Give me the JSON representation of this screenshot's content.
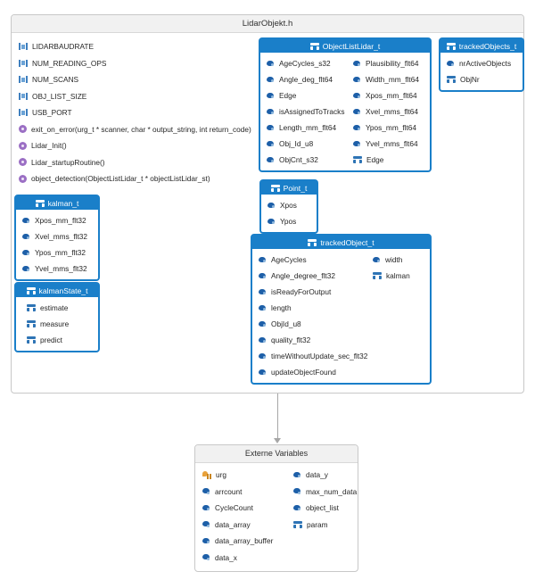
{
  "file": {
    "title": "LidarObjekt.h",
    "members": [
      {
        "icon": "macro-icon",
        "label": "LIDARBAUDRATE"
      },
      {
        "icon": "macro-icon",
        "label": "NUM_READING_OPS"
      },
      {
        "icon": "macro-icon",
        "label": "NUM_SCANS"
      },
      {
        "icon": "macro-icon",
        "label": "OBJ_LIST_SIZE"
      },
      {
        "icon": "macro-icon",
        "label": "USB_PORT"
      },
      {
        "icon": "function-icon",
        "label": "exit_on_error(urg_t * scanner, char * output_string, int return_code)"
      },
      {
        "icon": "function-icon",
        "label": "Lidar_Init()"
      },
      {
        "icon": "function-icon",
        "label": "Lidar_startupRoutine()"
      },
      {
        "icon": "function-icon",
        "label": "object_detection(ObjectListLidar_t * objectListLidar_st)"
      }
    ]
  },
  "classes": {
    "objectListLidar": {
      "name": "ObjectListLidar_t",
      "columns": [
        [
          {
            "icon": "field-icon",
            "label": "AgeCycles_s32"
          },
          {
            "icon": "field-icon",
            "label": "Angle_deg_flt64"
          },
          {
            "icon": "field-icon",
            "label": "Edge"
          },
          {
            "icon": "field-icon",
            "label": "isAssignedToTracks"
          },
          {
            "icon": "field-icon",
            "label": "Length_mm_flt64"
          },
          {
            "icon": "field-icon",
            "label": "Obj_Id_u8"
          },
          {
            "icon": "field-icon",
            "label": "ObjCnt_s32"
          }
        ],
        [
          {
            "icon": "field-icon",
            "label": "Plausibility_flt64"
          },
          {
            "icon": "field-icon",
            "label": "Width_mm_flt64"
          },
          {
            "icon": "field-icon",
            "label": "Xpos_mm_flt64"
          },
          {
            "icon": "field-icon",
            "label": "Xvel_mms_flt64"
          },
          {
            "icon": "field-icon",
            "label": "Ypos_mm_flt64"
          },
          {
            "icon": "field-icon",
            "label": "Yvel_mms_flt64"
          },
          {
            "icon": "struct-icon",
            "label": "Edge"
          }
        ]
      ]
    },
    "trackedObjects": {
      "name": "trackedObjects_t",
      "columns": [
        [
          {
            "icon": "field-icon",
            "label": "nrActiveObjects"
          },
          {
            "icon": "struct-icon",
            "label": "ObjNr"
          }
        ]
      ]
    },
    "point": {
      "name": "Point_t",
      "columns": [
        [
          {
            "icon": "field-icon",
            "label": "Xpos"
          },
          {
            "icon": "field-icon",
            "label": "Ypos"
          }
        ]
      ]
    },
    "trackedObject": {
      "name": "trackedObject_t",
      "columns": [
        [
          {
            "icon": "field-icon",
            "label": "AgeCycles"
          },
          {
            "icon": "field-icon",
            "label": "Angle_degree_flt32"
          },
          {
            "icon": "field-icon",
            "label": "isReadyForOutput"
          },
          {
            "icon": "field-icon",
            "label": "length"
          },
          {
            "icon": "field-icon",
            "label": "ObjId_u8"
          },
          {
            "icon": "field-icon",
            "label": "quality_flt32"
          },
          {
            "icon": "field-icon",
            "label": "timeWithoutUpdate_sec_flt32"
          },
          {
            "icon": "field-icon",
            "label": "updateObjectFound"
          }
        ],
        [
          {
            "icon": "field-icon",
            "label": "width"
          },
          {
            "icon": "struct-icon",
            "label": "kalman"
          }
        ]
      ]
    },
    "kalman": {
      "name": "kalman_t",
      "columns": [
        [
          {
            "icon": "field-icon",
            "label": "Xpos_mm_flt32"
          },
          {
            "icon": "field-icon",
            "label": "Xvel_mms_flt32"
          },
          {
            "icon": "field-icon",
            "label": "Ypos_mm_flt32"
          },
          {
            "icon": "field-icon",
            "label": "Yvel_mms_flt32"
          }
        ]
      ]
    },
    "kalmanState": {
      "name": "kalmanState_t",
      "columns": [
        [
          {
            "icon": "struct-icon",
            "label": "estimate"
          },
          {
            "icon": "struct-icon",
            "label": "measure"
          },
          {
            "icon": "struct-icon",
            "label": "predict"
          }
        ]
      ]
    }
  },
  "externVariables": {
    "title": "Externe Variables",
    "columns": [
      [
        {
          "icon": "typedef-icon",
          "label": "urg"
        },
        {
          "icon": "field-icon",
          "label": "arrcount"
        },
        {
          "icon": "field-icon",
          "label": "CycleCount"
        },
        {
          "icon": "field-icon",
          "label": "data_array"
        },
        {
          "icon": "field-icon",
          "label": "data_array_buffer"
        },
        {
          "icon": "field-icon",
          "label": "data_x"
        }
      ],
      [
        {
          "icon": "field-icon",
          "label": "data_y"
        },
        {
          "icon": "field-icon",
          "label": "max_num_data"
        },
        {
          "icon": "field-icon",
          "label": "object_list"
        },
        {
          "icon": "struct-icon",
          "label": "param"
        }
      ]
    ]
  },
  "colors": {
    "class_accent": "#1a7fc9",
    "header_band": "#f1f1f1",
    "container_border": "#c8c8c8",
    "connector": "#a6a6a6",
    "field_icon": "#1d5fa8",
    "function_icon": "#9b6fc4",
    "typedef_icon": "#e8a13a"
  }
}
